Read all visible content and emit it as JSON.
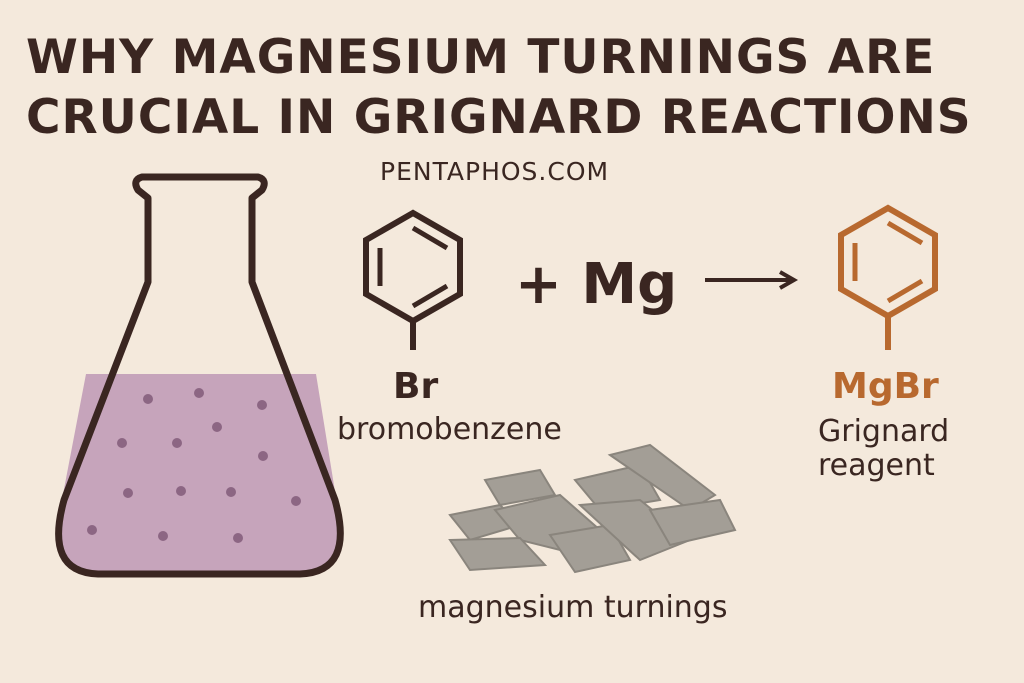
{
  "title": {
    "line1": "WHY MAGNESIUM TURNINGS ARE",
    "line2": "CRUCIAL IN GRIGNARD REACTIONS"
  },
  "site": "PENTAPHOS.COM",
  "reaction": {
    "reactant_substituent": "Br",
    "reactant_name": "bromobenzene",
    "plus_reagent": "+ Mg",
    "product_substituent": "MgBr",
    "product_name_line1": "Grignard",
    "product_name_line2": "reagent",
    "turnings_label": "magnesium turnings"
  },
  "colors": {
    "background": "#f4e9dc",
    "ink": "#3a2621",
    "product": "#b8692f",
    "liquid": "#c6a4bb",
    "dots": "#8c6683",
    "turnings": "#a39e96"
  },
  "icons": [
    "erlenmeyer-flask-icon",
    "benzene-ring-icon",
    "arrow-right-icon",
    "magnesium-turnings-icon"
  ]
}
